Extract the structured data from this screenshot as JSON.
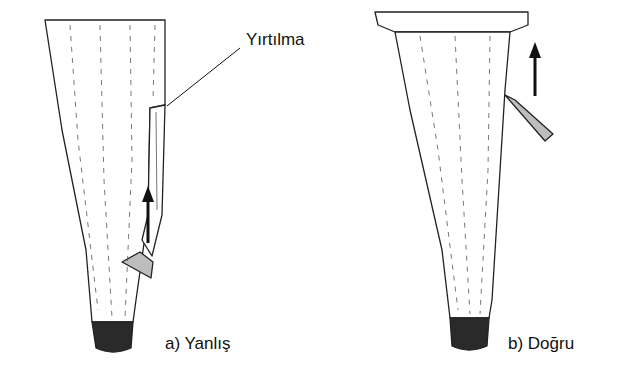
{
  "diagram": {
    "labels": [
      "Yırtılma",
      "a) Yanlış",
      "b) Doğru"
    ]
  }
}
